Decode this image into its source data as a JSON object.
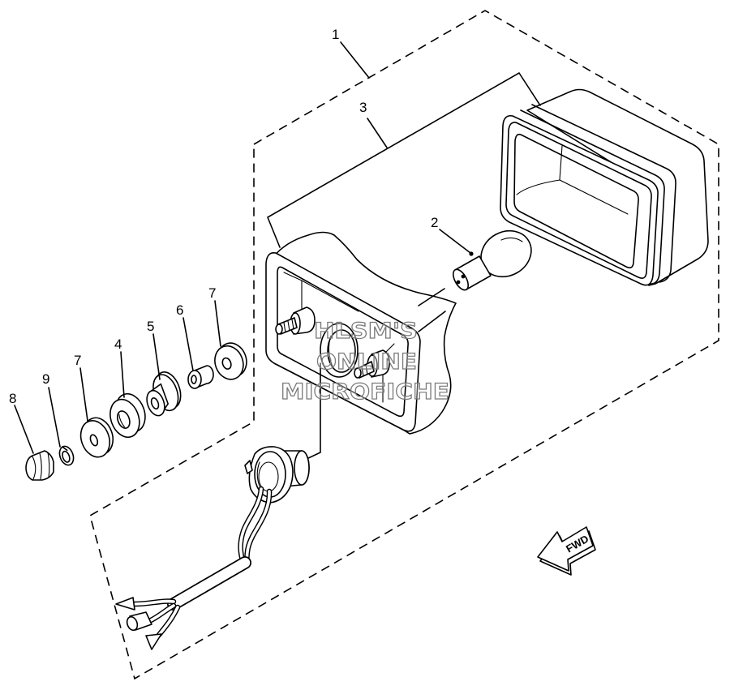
{
  "callouts": [
    "1",
    "3",
    "2",
    "7",
    "6",
    "5",
    "4",
    "7",
    "9",
    "8"
  ],
  "fwd_label": "FWD",
  "watermark": [
    "HLSM'S",
    "ONLINE",
    "MICROFICHE"
  ],
  "colors": {
    "line": "#000000",
    "watermark_stroke": "#7a7a7a",
    "background": "#ffffff"
  }
}
